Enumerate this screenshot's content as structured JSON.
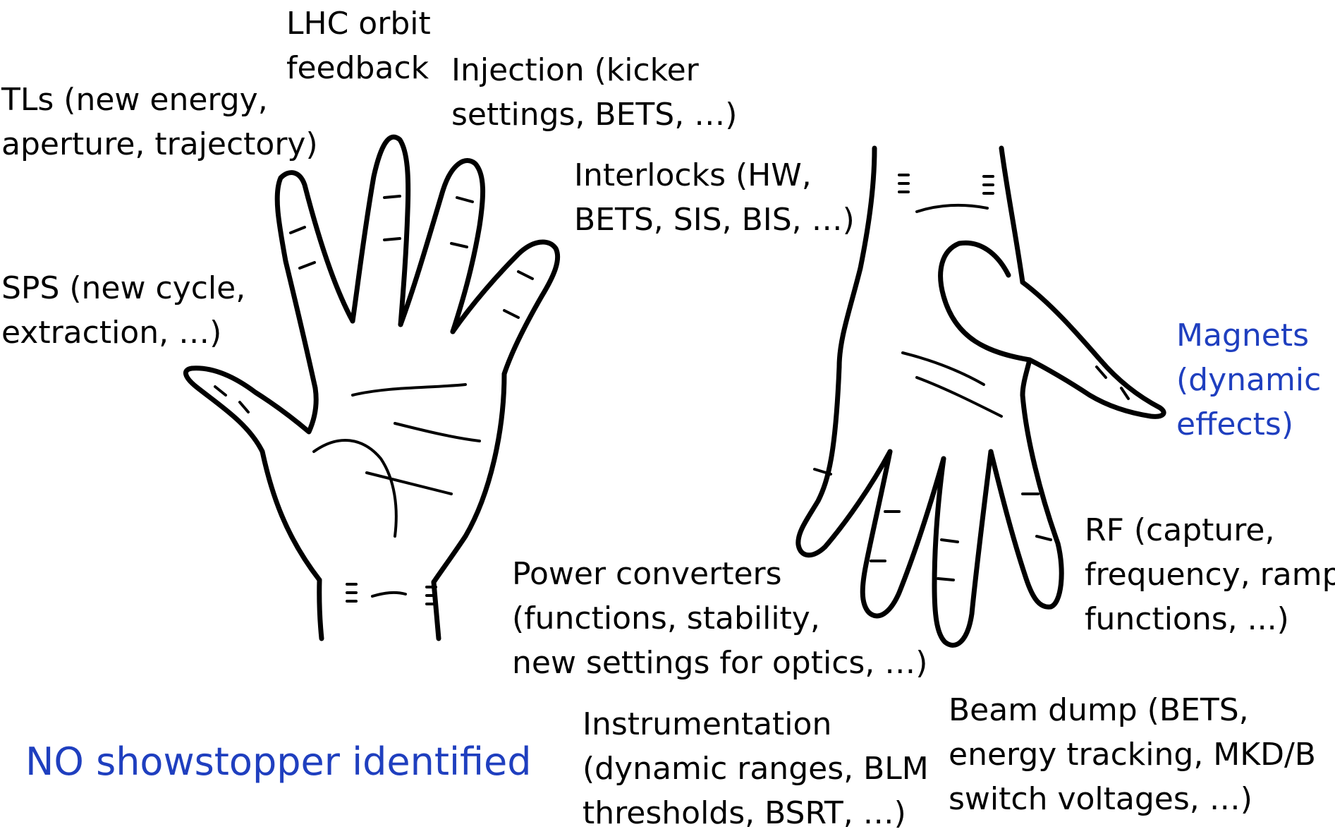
{
  "labels": {
    "lhc_orbit": [
      "LHC orbit",
      "feedback"
    ],
    "injection": [
      "Injection (kicker",
      "settings, BETS, …)"
    ],
    "tls": [
      "TLs (new energy,",
      "aperture, trajectory)"
    ],
    "interlocks": [
      "Interlocks (HW,",
      "BETS, SIS, BIS, …)"
    ],
    "sps": [
      "SPS (new cycle,",
      "extraction, …)"
    ],
    "magnets": [
      "Magnets",
      "(dynamic",
      "effects)"
    ],
    "rf": [
      "RF (capture,",
      "frequency, ramp",
      "functions, ...)"
    ],
    "power_converters": [
      "Power converters",
      "(functions, stability,",
      "new settings for optics, …)"
    ],
    "instrumentation": [
      "Instrumentation",
      "(dynamic ranges, BLM",
      "thresholds, BSRT, …)"
    ],
    "beam_dump": [
      "Beam dump (BETS,",
      "energy tracking, MKD/B",
      "switch voltages, …)"
    ]
  },
  "footer": "NO showstopper identified",
  "colors": {
    "text": "#000000",
    "accent_blue": "#1f3fbf",
    "background": "#ffffff",
    "line_art": "#000000"
  }
}
